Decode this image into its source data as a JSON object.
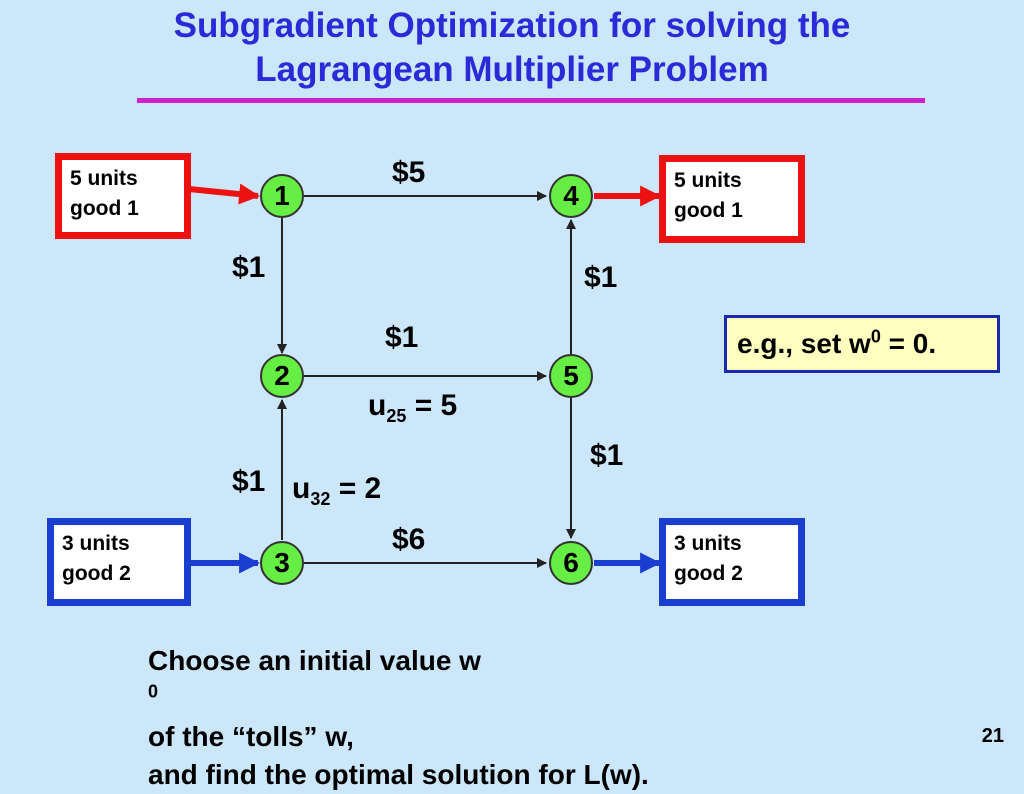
{
  "title": {
    "line1": "Subgradient Optimization for solving the",
    "line2": "Lagrangean Multiplier Problem"
  },
  "nodes": [
    {
      "id": "1"
    },
    {
      "id": "2"
    },
    {
      "id": "3"
    },
    {
      "id": "4"
    },
    {
      "id": "5"
    },
    {
      "id": "6"
    }
  ],
  "edge_costs": {
    "e14": "$5",
    "e12": "$1",
    "e54": "$1",
    "e25": "$1",
    "e32": "$1",
    "e56": "$1",
    "e36": "$6"
  },
  "capacities": {
    "u25_base": "u",
    "u25_sub": "25",
    "u25_value": " = 5",
    "u32_base": "u",
    "u32_sub": "32",
    "u32_value": " = 2"
  },
  "supplies": {
    "source1": {
      "line1": "5 units",
      "line2": "good 1"
    },
    "sink4": {
      "line1": "5 units",
      "line2": "good 1"
    },
    "source3": {
      "line1": "3 units",
      "line2": "good 2"
    },
    "sink6": {
      "line1": "3 units",
      "line2": "good 2"
    }
  },
  "note": {
    "prefix": "e.g., set w",
    "sup": "0",
    "suffix": " = 0."
  },
  "caption": {
    "line1_a": "Choose an initial value w",
    "line1_sup": "0",
    "line1_b": " of the “tolls” w,",
    "line2": "and find the optimal solution for L(w)."
  },
  "page_number": "21",
  "colors": {
    "background": "#cce6fa",
    "title": "#2a2ad8",
    "rule": "#cc22cc",
    "node_fill": "#66ee44",
    "good1": "#ee1111",
    "good2": "#1a3ed0"
  }
}
